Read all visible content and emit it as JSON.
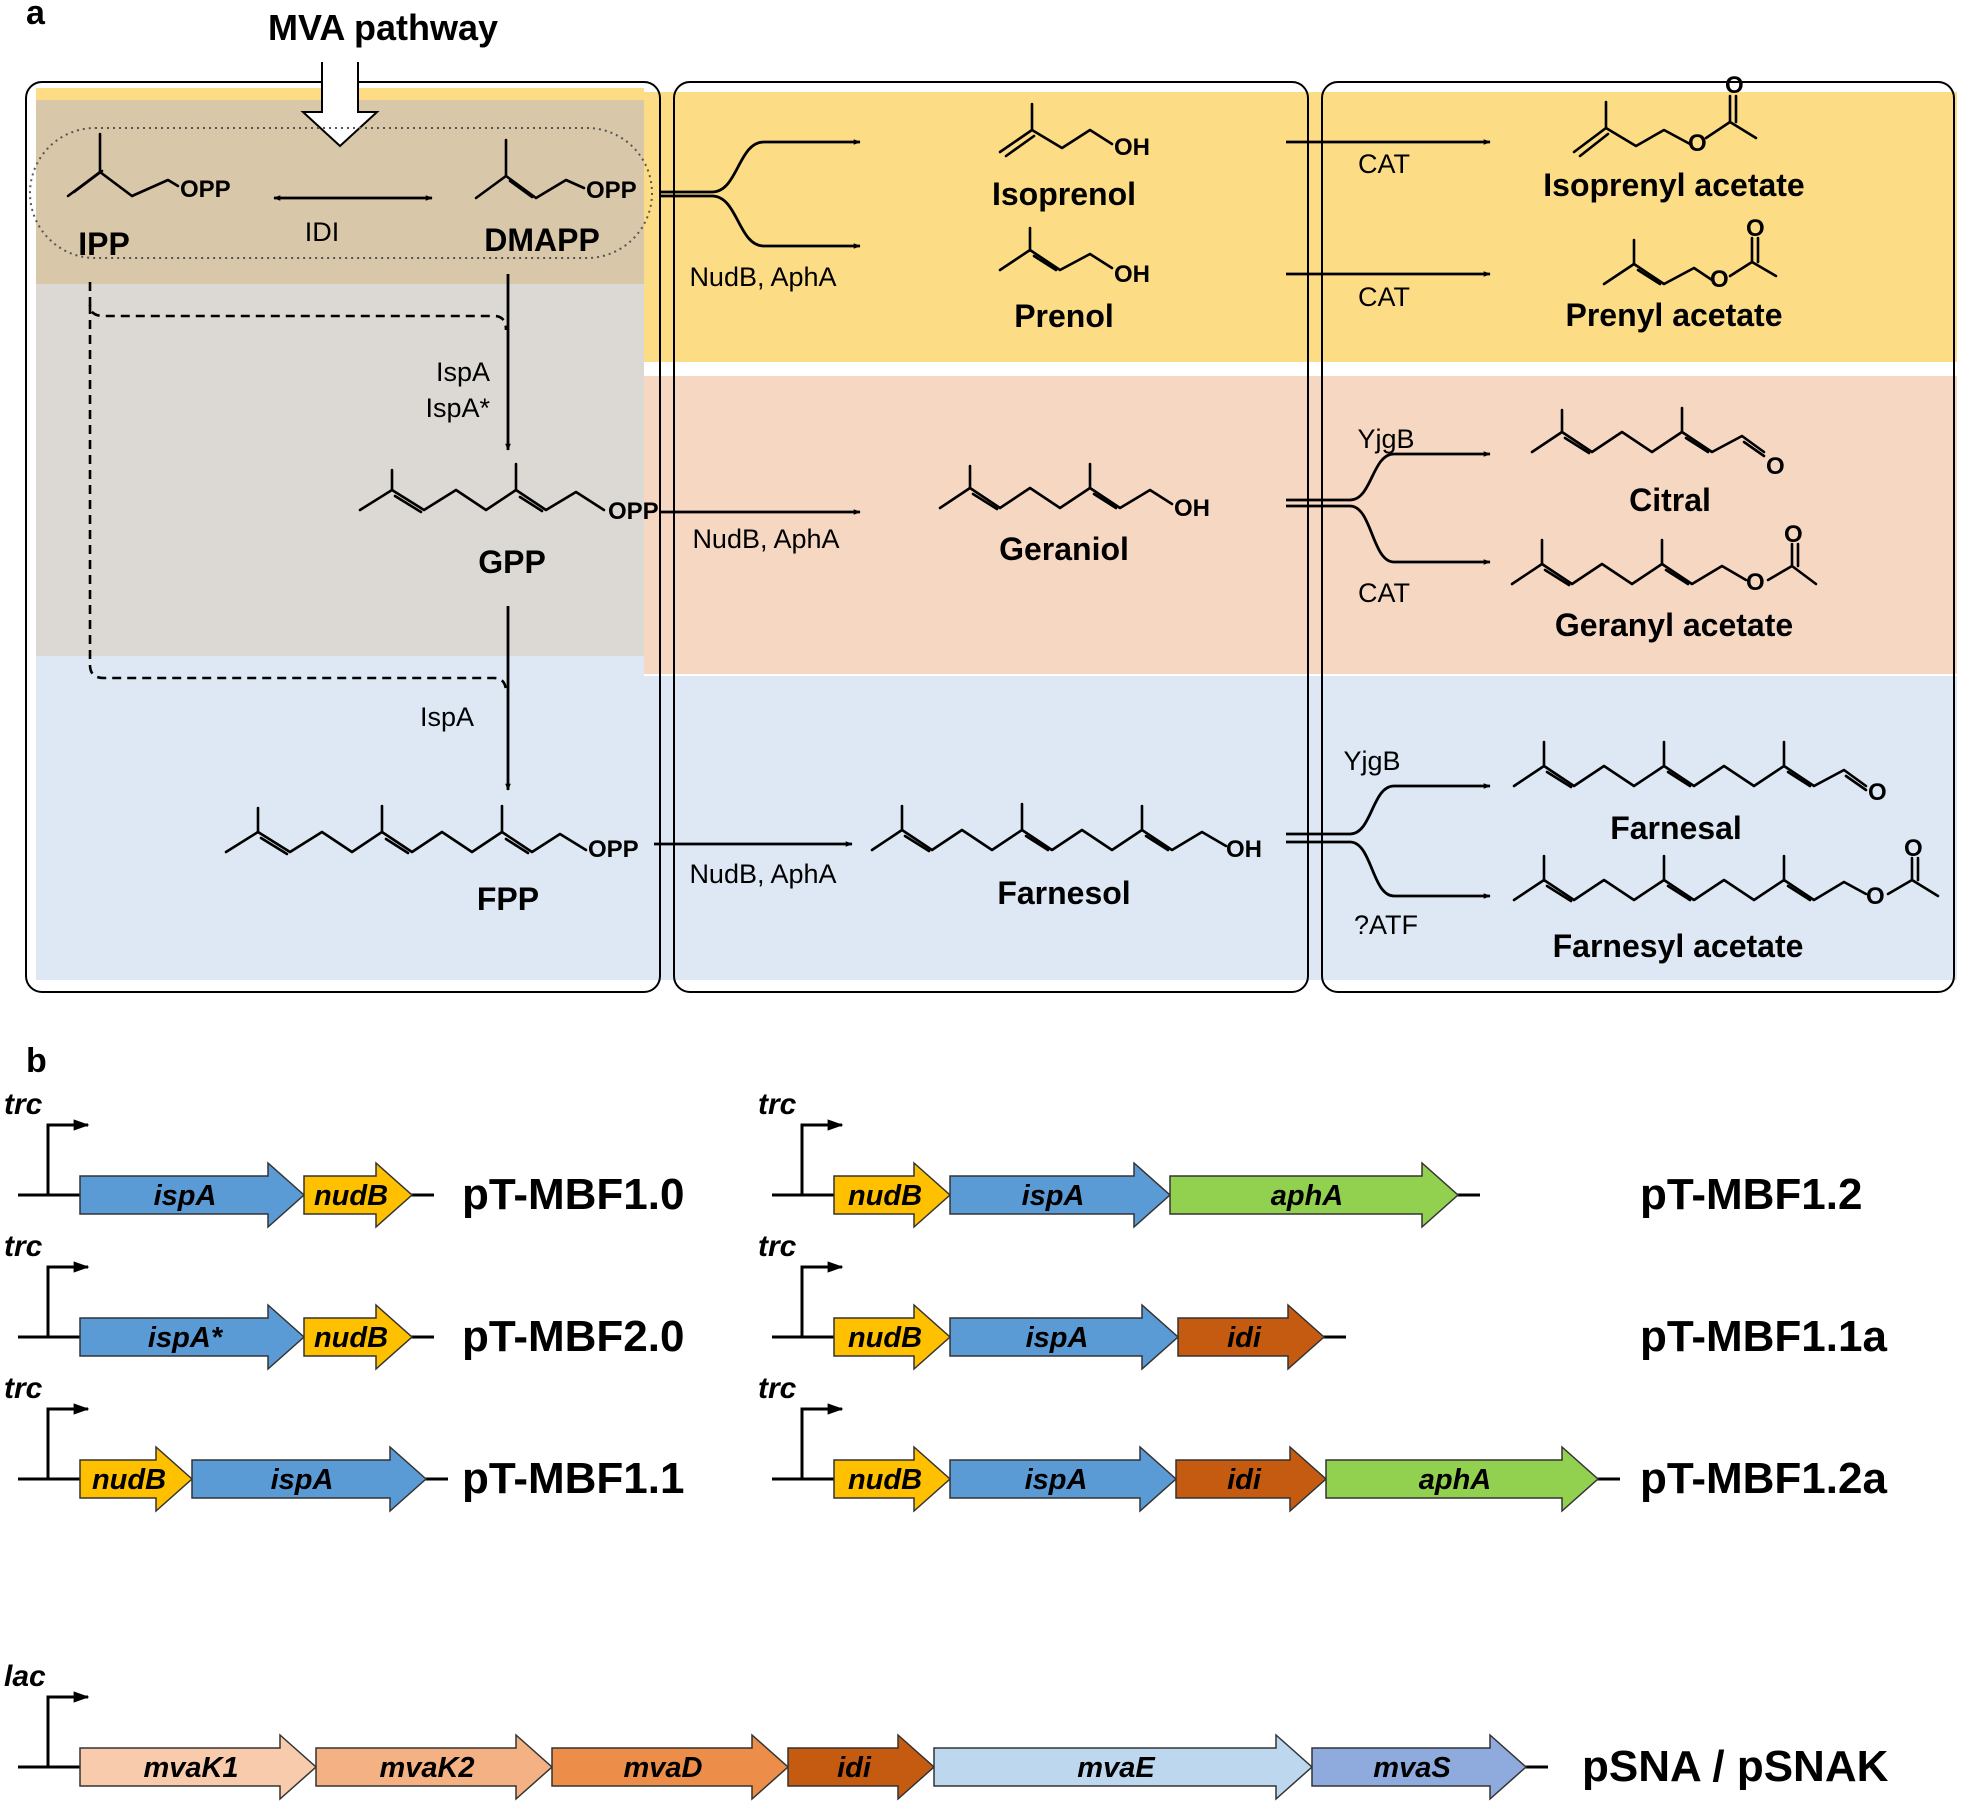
{
  "panel_a": {
    "label": "a",
    "mva_label": "MVA pathway",
    "compounds": {
      "ipp": "IPP",
      "dmapp": "DMAPP",
      "gpp": "GPP",
      "fpp": "FPP",
      "isoprenol": "Isoprenol",
      "prenol": "Prenol",
      "geraniol": "Geraniol",
      "farnesol": "Farnesol",
      "isoprenyl_acetate": "Isoprenyl acetate",
      "prenyl_acetate": "Prenyl acetate",
      "citral": "Citral",
      "geranyl_acetate": "Geranyl acetate",
      "farnesal": "Farnesal",
      "farnesyl_acetate": "Farnesyl acetate"
    },
    "atoms": {
      "opp": "OPP",
      "oh": "OH",
      "o": "O"
    },
    "enzymes": {
      "idi": "IDI",
      "ispa": "IspA",
      "ispa_star": "IspA*",
      "nudb_apha": "NudB, AphA",
      "cat": "CAT",
      "yjgb": "YjgB",
      "atf": "?ATF"
    },
    "colors": {
      "yellow": "#fcdc85",
      "salmon": "#f6d8c2",
      "blue": "#dde8f4",
      "gray": "#dcd8d4",
      "tan": "#d8c7a8"
    }
  },
  "panel_b": {
    "label": "b",
    "colors": {
      "ispA": "#5b9bd5",
      "nudB": "#ffc000",
      "aphA": "#92d050",
      "idi": "#c55a11",
      "mvaK1": "#f8cbad",
      "mvaK2": "#f4b183",
      "mvaD": "#ed8d4a",
      "mva_idi": "#c55a11",
      "mvaE": "#bdd7ee",
      "mvaS": "#8faadc"
    },
    "constructs": [
      {
        "promoter": "trc",
        "name": "pT-MBF1.0",
        "genes": [
          "ispA",
          "nudB"
        ]
      },
      {
        "promoter": "trc",
        "name": "pT-MBF2.0",
        "genes": [
          "ispA*",
          "nudB"
        ]
      },
      {
        "promoter": "trc",
        "name": "pT-MBF1.1",
        "genes": [
          "nudB",
          "ispA"
        ]
      },
      {
        "promoter": "trc",
        "name": "pT-MBF1.2",
        "genes": [
          "nudB",
          "ispA",
          "aphA"
        ]
      },
      {
        "promoter": "trc",
        "name": "pT-MBF1.1a",
        "genes": [
          "nudB",
          "ispA",
          "idi"
        ]
      },
      {
        "promoter": "trc",
        "name": "pT-MBF1.2a",
        "genes": [
          "nudB",
          "ispA",
          "idi",
          "aphA"
        ]
      },
      {
        "promoter": "lac",
        "name": "pSNA / pSNAK",
        "genes": [
          "mvaK1",
          "mvaK2",
          "mvaD",
          "idi",
          "mvaE",
          "mvaS"
        ]
      }
    ]
  }
}
